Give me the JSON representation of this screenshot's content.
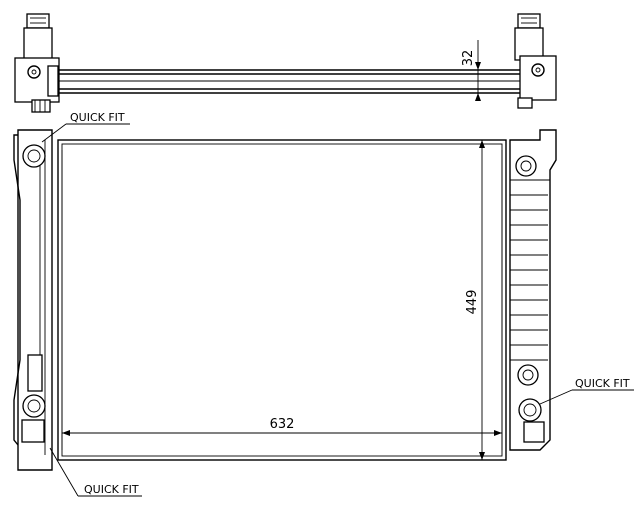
{
  "diagram": {
    "dimensions": {
      "width": "632",
      "height": "449",
      "depth": "32"
    },
    "callouts": {
      "top_left": "QUICK FIT",
      "right": "QUICK FIT",
      "bottom_left": "QUICK FIT"
    }
  }
}
